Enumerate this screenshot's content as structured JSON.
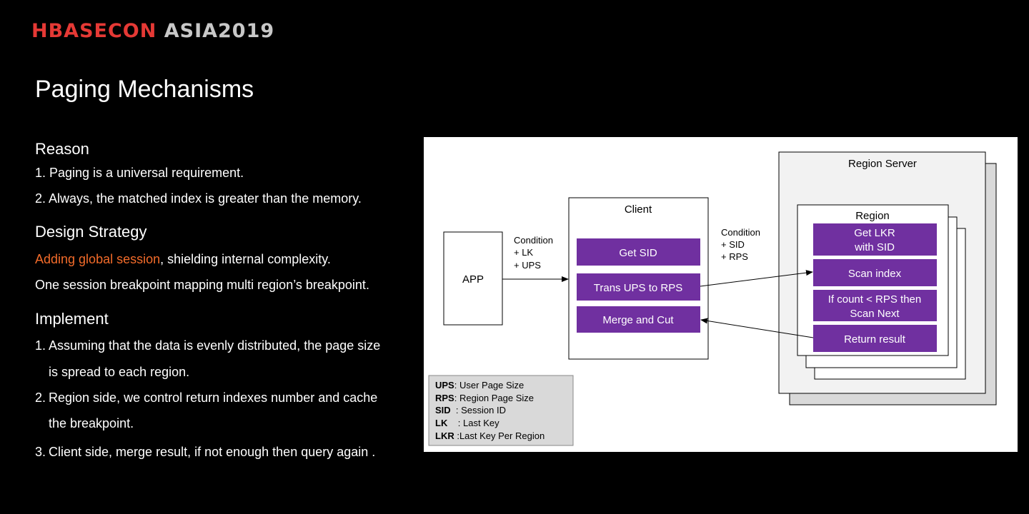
{
  "header": {
    "logo_part1": "HBASECON",
    "logo_part2": "ASIA2019"
  },
  "slide": {
    "title": "Paging Mechanisms",
    "reason": {
      "heading": "Reason",
      "items": [
        "1. Paging is a universal requirement.",
        "2. Always, the matched index is greater than the memory."
      ]
    },
    "design": {
      "heading": "Design Strategy",
      "highlight": "Adding global session",
      "rest": ",  shielding internal complexity.",
      "line2": "One session breakpoint mapping multi region’s breakpoint."
    },
    "implement": {
      "heading": "Implement",
      "items": [
        {
          "num": "1.",
          "line1": "Assuming that the data is evenly distributed, the page size",
          "line2": "is spread to each region."
        },
        {
          "num": "2.",
          "line1": "Region side, we control return indexes number and cache",
          "line2": "the breakpoint."
        },
        {
          "num": "3.",
          "line1": "Client side, merge result, if not enough then query again ."
        }
      ]
    }
  },
  "diagram": {
    "app_label": "APP",
    "client": {
      "title": "Client",
      "get_sid": "Get SID",
      "trans": "Trans UPS to RPS",
      "merge": "Merge and Cut"
    },
    "condition1": [
      "Condition",
      "+ LK",
      "+ UPS"
    ],
    "condition2": [
      "Condition",
      "+ SID",
      "+ RPS"
    ],
    "region_server": "Region Server",
    "region": {
      "title": "Region",
      "get_lkr": [
        "Get LKR",
        "with SID"
      ],
      "scan_index": "Scan index",
      "if_count": [
        "If count < RPS then",
        "Scan Next"
      ],
      "return_result": "Return result"
    },
    "legend": [
      {
        "key": "UPS",
        "desc": ": User Page Size"
      },
      {
        "key": "RPS",
        "desc": ": Region Page Size"
      },
      {
        "key": "SID",
        "desc": "  : Session ID"
      },
      {
        "key": "LK",
        "desc": "    : Last Key"
      },
      {
        "key": "LKR",
        "desc": " :Last Key Per Region"
      }
    ],
    "colors": {
      "purple": "#7030a0",
      "legend_bg": "#d9d9d9",
      "server_bg": "#f2f2f2"
    }
  }
}
